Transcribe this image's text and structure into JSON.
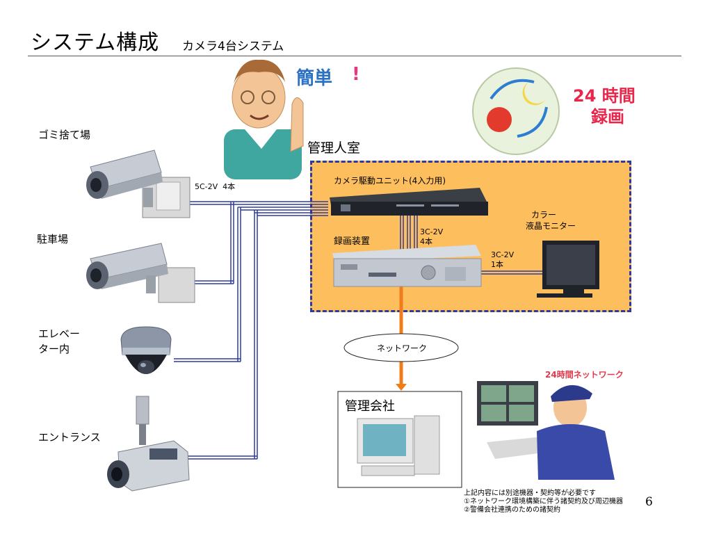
{
  "title": "システム構成",
  "subtitle": "カメラ4台システム",
  "locations": {
    "garbage": "ゴミ捨て場",
    "parking": "駐車場",
    "elevator_line1": "エレベー",
    "elevator_line2": "ター内",
    "entrance": "エントランス"
  },
  "cable_main": "5C-2V  4本",
  "management_room": "管理人室",
  "camera_unit": "カメラ駆動ユニット(4入力用)",
  "cable_unit_rec_1": "3C-2V",
  "cable_unit_rec_2": "4本",
  "recorder": "録画装置",
  "cable_monitor_1": "3C-2V",
  "cable_monitor_2": "1本",
  "monitor_line1": "カラー",
  "monitor_line2": "液晶モニター",
  "network": "ネットワーク",
  "company": "管理会社",
  "badge_easy": "簡単",
  "badge_exclaim": "!",
  "badge_24h_line1": "24 時間",
  "badge_24h_line2": "録画",
  "badge_network": "24時間ネットワーク",
  "notes": [
    "上記内容には別途機器・契約等が必要です",
    "①ネットワーク環境構築に伴う諸契約及び周辺機器",
    "②警備会社連携のための諸契約"
  ],
  "page_number": "6"
}
